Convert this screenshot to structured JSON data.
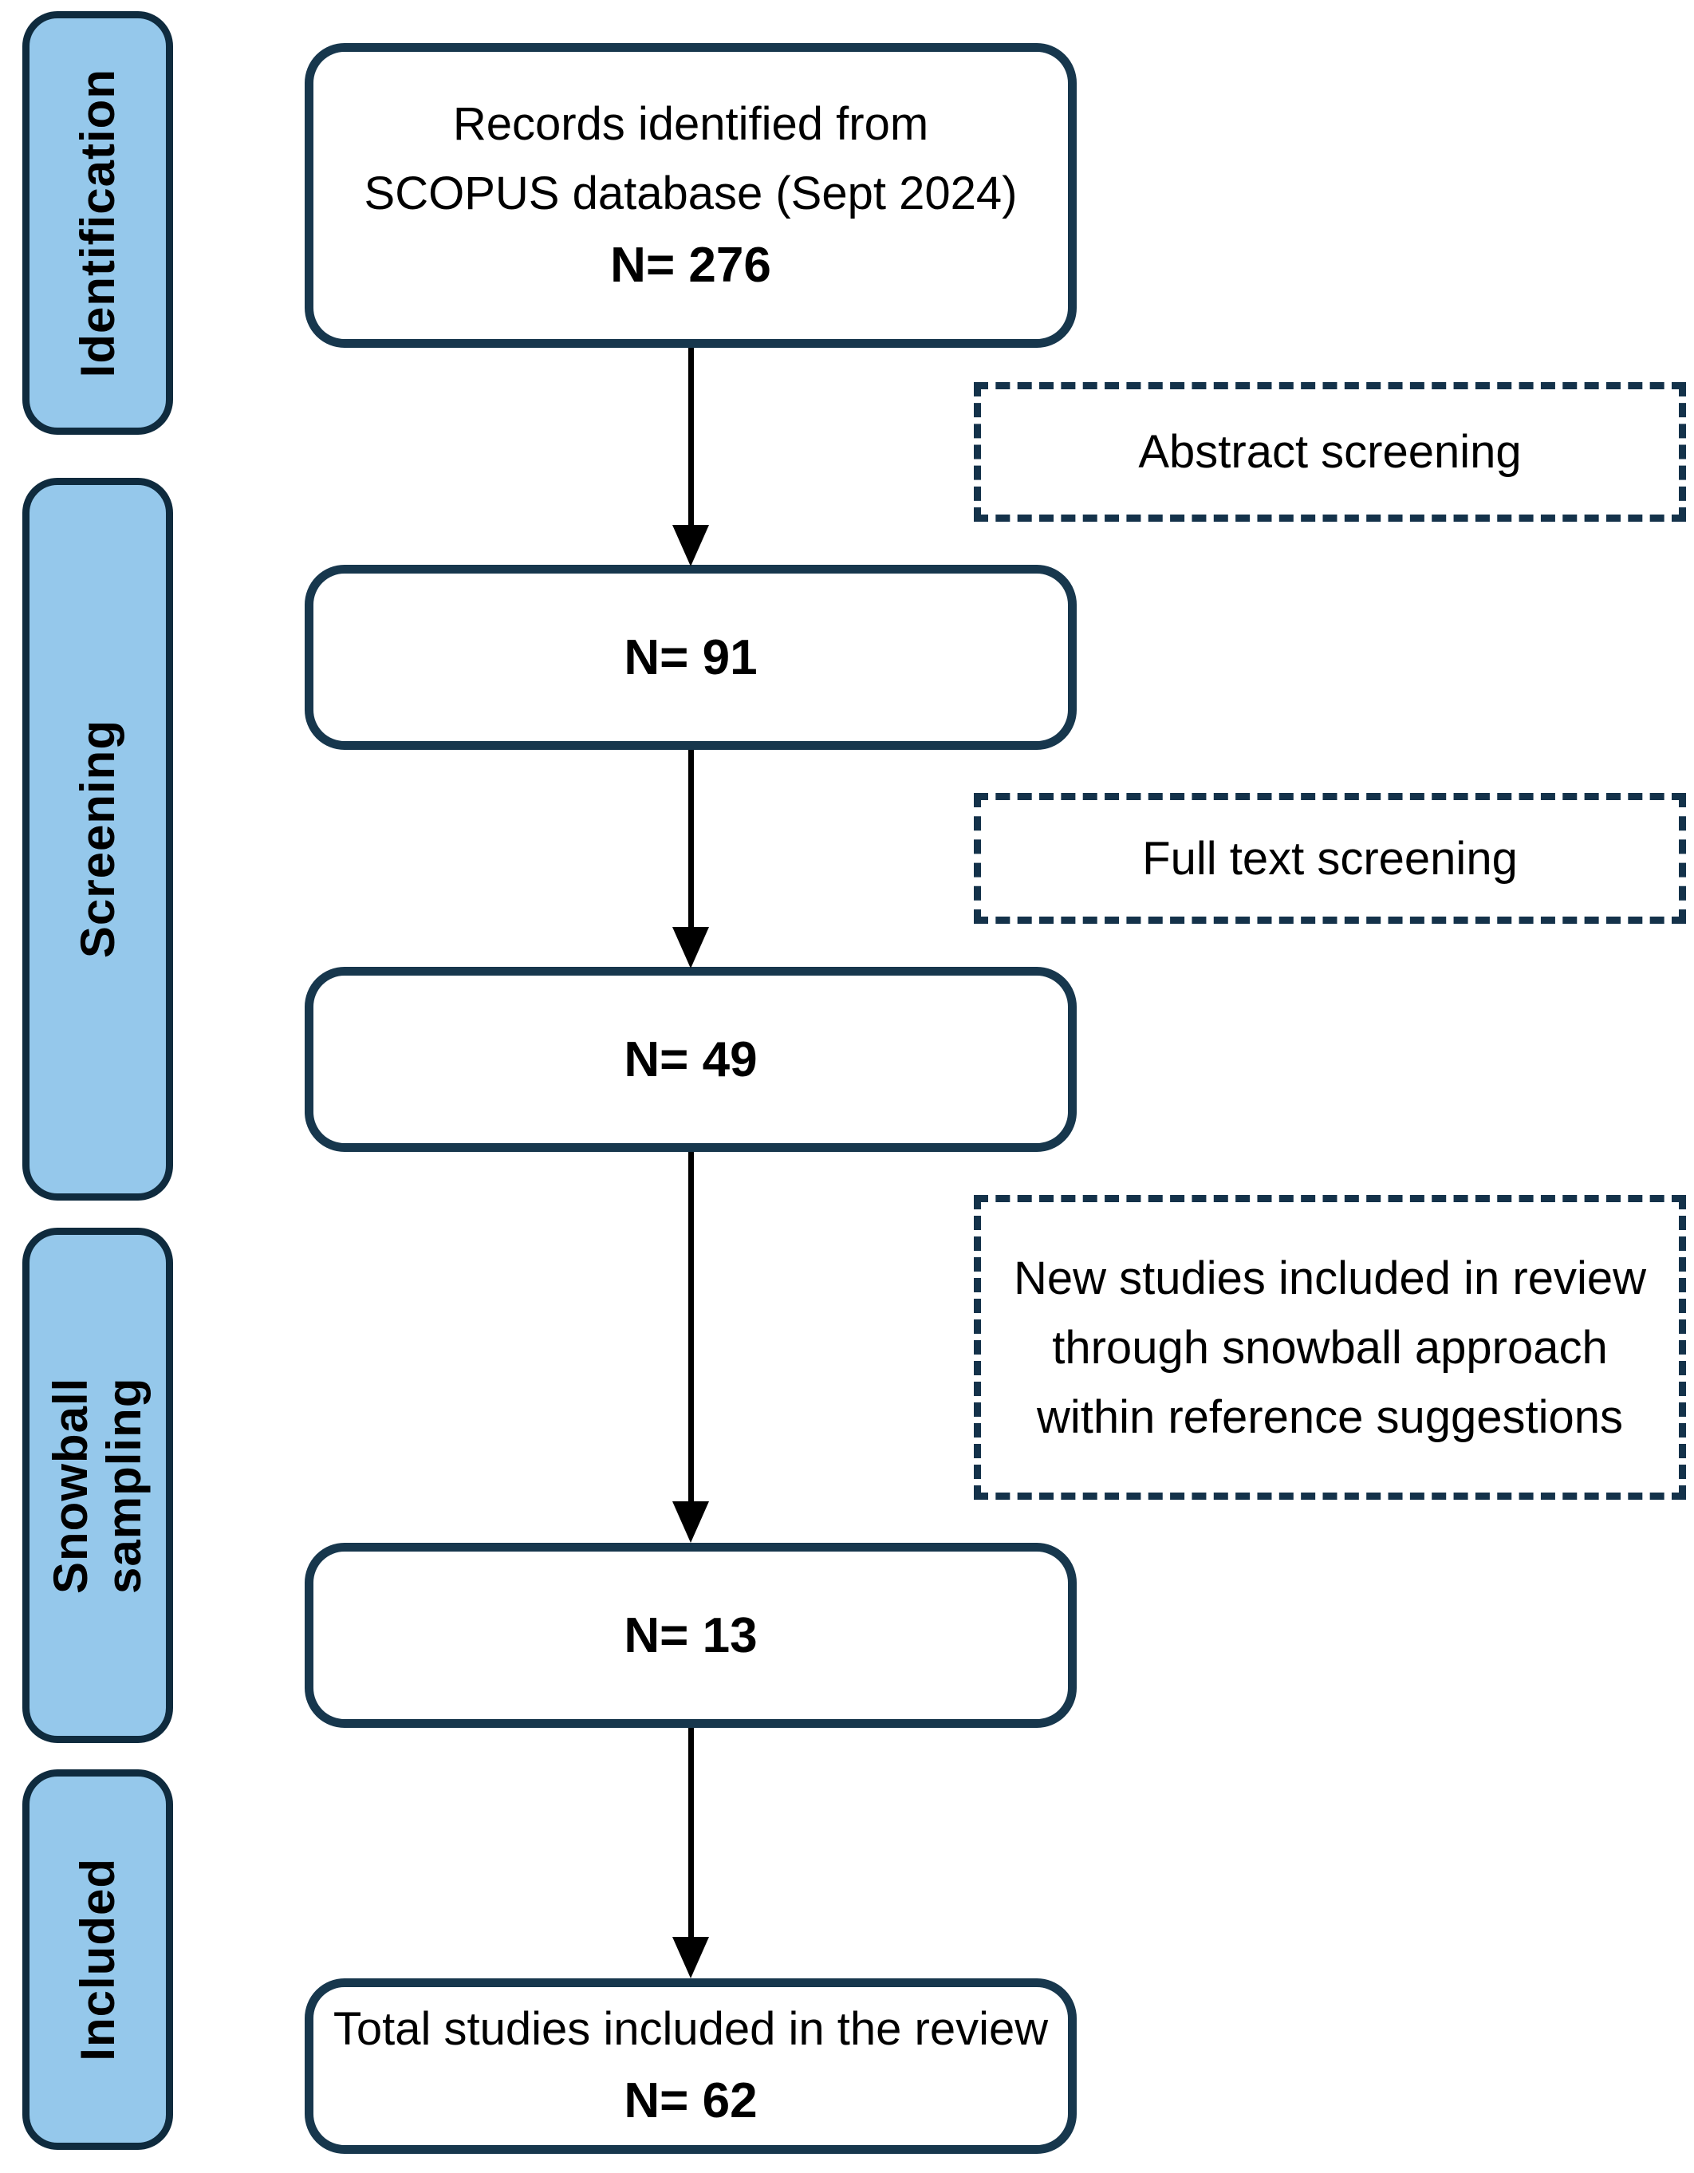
{
  "palette": {
    "background": "#ffffff",
    "sidebar_fill": "#95C8EB",
    "sidebar_border": "#0F2B3E",
    "box_border": "#17374D",
    "dash_border": "#14324A",
    "text": "#000000"
  },
  "sidebar": {
    "items": [
      {
        "label": "Identification"
      },
      {
        "label": "Screening"
      },
      {
        "label": "Snowball sampling"
      },
      {
        "label": "Included"
      }
    ]
  },
  "flow": {
    "boxes": [
      {
        "id": "records",
        "text": "Records identified from SCOPUS database (Sept 2024)",
        "n_label": "N= 276"
      },
      {
        "id": "abstract-screened",
        "n_label": "N= 91"
      },
      {
        "id": "fulltext-screened",
        "n_label": "N= 49"
      },
      {
        "id": "snowball-added",
        "n_label": "N= 13"
      },
      {
        "id": "total-included",
        "text": "Total studies included in the review",
        "n_label": "N= 62"
      }
    ],
    "side_notes": [
      {
        "label": "Abstract screening"
      },
      {
        "label": "Full text screening"
      },
      {
        "label": "New studies included in review through snowball approach within reference suggestions"
      }
    ]
  }
}
